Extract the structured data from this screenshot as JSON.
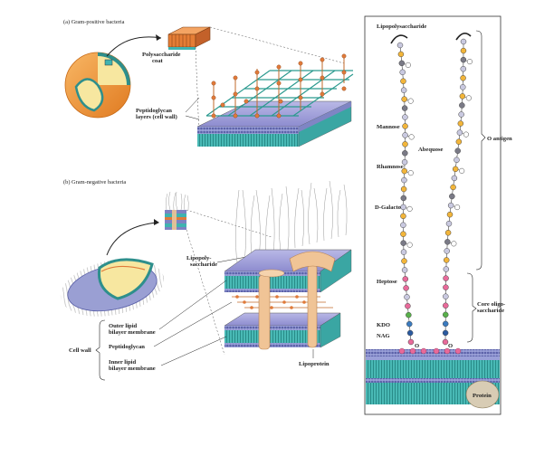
{
  "panel_a": {
    "heading": "(a)   Gram-positive bacteria",
    "labels": {
      "polysaccharide_coat": [
        "Polysaccharide",
        "coat"
      ],
      "peptidoglycan_layers": [
        "Peptidoglycan",
        "layers (cell wall)"
      ]
    }
  },
  "panel_b": {
    "heading": "(b)   Gram-negative bacteria",
    "labels": {
      "lipopolysaccharide": [
        "Lipopoly-",
        "saccharide"
      ],
      "outer_membrane": [
        "Outer lipid",
        "bilayer membrane"
      ],
      "peptidoglycan": "Peptidoglycan",
      "inner_membrane": [
        "Inner lipid",
        "bilayer membrane"
      ],
      "cell_wall": "Cell wall",
      "lipoprotein": "Lipoprotein"
    }
  },
  "panel_c": {
    "labels": {
      "lipopolysaccharide": "Lipopolysaccharide",
      "mannose": "Mannose",
      "abequose": "Abequose",
      "rhamnose": "Rhamnose",
      "galactose": "D-Galactose",
      "o_antigen": "O antigen",
      "heptose": "Heptose",
      "core": [
        "Core oligo-",
        "saccharide"
      ],
      "kdo": "KDO",
      "nag": "NAG",
      "o_left": "O",
      "o_right": "O",
      "protein": "Protein"
    }
  },
  "colors": {
    "membrane_teal": "#3fb3b0",
    "lipid_head": "#6a6fb4",
    "peptide_orange": "#e07a3a",
    "sugar_yellow": "#f2b53a",
    "lipoprotein_tan": "#f0c496",
    "cell_orange": "#f29a3c",
    "cytoplasm_yellow": "#f7e7a0"
  }
}
